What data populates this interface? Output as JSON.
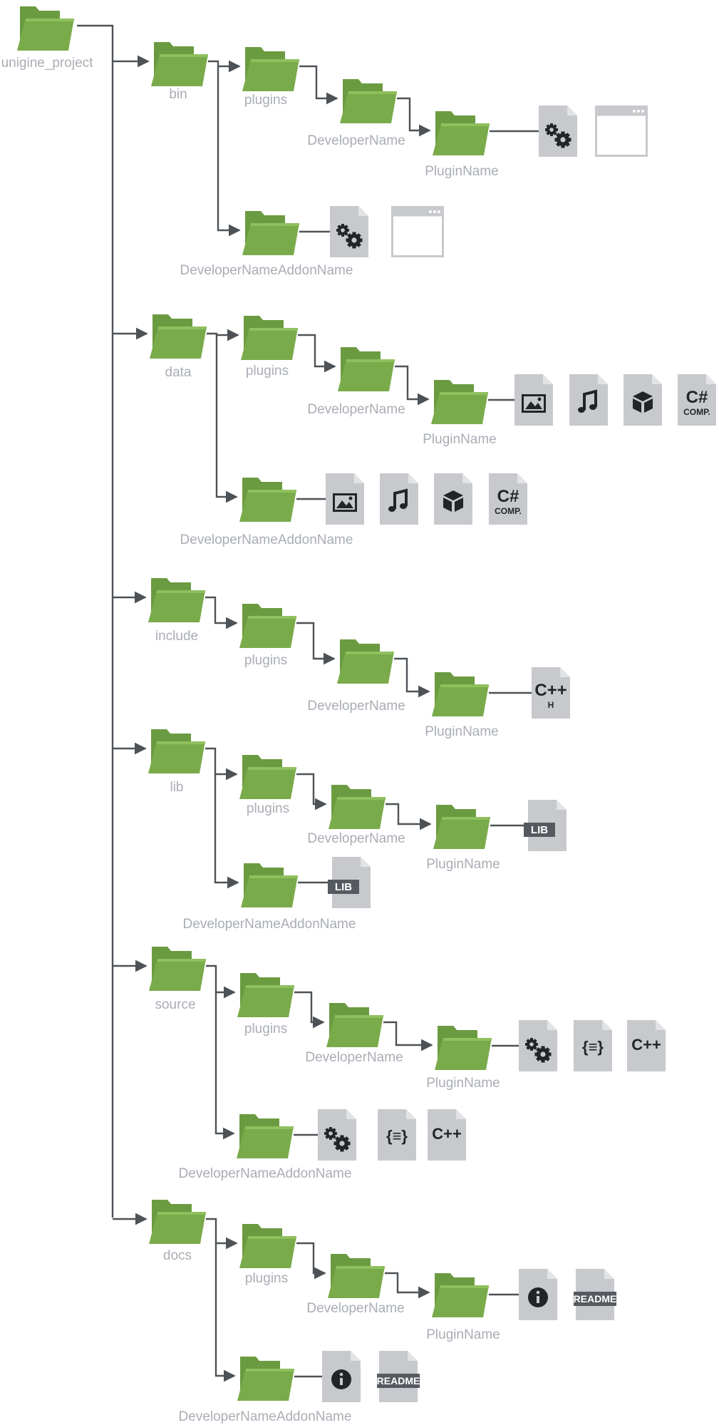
{
  "colors": {
    "folder_back": "#6b9b41",
    "folder_front": "#7aab4b",
    "file_gray": "#c7c9cc",
    "file_fold": "#e2e3e5",
    "glyph": "#222528",
    "window_outline": "#c7c9cc",
    "connector": "#4d5257",
    "label": "#a9adb4"
  },
  "tree": {
    "root": {
      "label": "unigine_project"
    },
    "bin": {
      "label": "bin",
      "plugins": {
        "label": "plugins"
      },
      "developer": {
        "label": "DeveloperName"
      },
      "plugin": {
        "label": "PluginName",
        "files": [
          {
            "icon": "gears-file-icon"
          },
          {
            "icon": "window-file-icon"
          }
        ]
      },
      "addon": {
        "label": "DeveloperNameAddonName",
        "files": [
          {
            "icon": "gears-file-icon"
          },
          {
            "icon": "window-file-icon"
          }
        ]
      }
    },
    "data": {
      "label": "data",
      "plugins": {
        "label": "plugins"
      },
      "developer": {
        "label": "DeveloperName"
      },
      "plugin": {
        "label": "PluginName",
        "files": [
          {
            "icon": "image-file-icon"
          },
          {
            "icon": "music-file-icon"
          },
          {
            "icon": "cube-file-icon"
          },
          {
            "icon": "csharp-component-file-icon",
            "text": "C#",
            "sub": "COMP."
          }
        ]
      },
      "addon": {
        "label": "DeveloperNameAddonName",
        "files": [
          {
            "icon": "image-file-icon"
          },
          {
            "icon": "music-file-icon"
          },
          {
            "icon": "cube-file-icon"
          },
          {
            "icon": "csharp-component-file-icon",
            "text": "C#",
            "sub": "COMP."
          }
        ]
      }
    },
    "include": {
      "label": "include",
      "plugins": {
        "label": "plugins"
      },
      "developer": {
        "label": "DeveloperName"
      },
      "plugin": {
        "label": "PluginName",
        "files": [
          {
            "icon": "cpp-header-file-icon",
            "text": "C++",
            "sub": "H"
          }
        ]
      }
    },
    "lib": {
      "label": "lib",
      "plugins": {
        "label": "plugins"
      },
      "developer": {
        "label": "DeveloperName"
      },
      "plugin": {
        "label": "PluginName",
        "files": [
          {
            "icon": "lib-file-icon",
            "text": "LIB"
          }
        ]
      },
      "addon": {
        "label": "DeveloperNameAddonName",
        "files": [
          {
            "icon": "lib-file-icon",
            "text": "LIB"
          }
        ]
      }
    },
    "source": {
      "label": "source",
      "plugins": {
        "label": "plugins"
      },
      "developer": {
        "label": "DeveloperName"
      },
      "plugin": {
        "label": "PluginName",
        "files": [
          {
            "icon": "gears-file-icon"
          },
          {
            "icon": "json-file-icon",
            "text": "{≡}"
          },
          {
            "icon": "cpp-file-icon",
            "text": "C++"
          }
        ]
      },
      "addon": {
        "label": "DeveloperNameAddonName",
        "files": [
          {
            "icon": "gears-file-icon"
          },
          {
            "icon": "json-file-icon",
            "text": "{≡}"
          },
          {
            "icon": "cpp-file-icon",
            "text": "C++"
          }
        ]
      }
    },
    "docs": {
      "label": "docs",
      "plugins": {
        "label": "plugins"
      },
      "developer": {
        "label": "DeveloperName"
      },
      "plugin": {
        "label": "PluginName",
        "files": [
          {
            "icon": "info-file-icon"
          },
          {
            "icon": "readme-file-icon",
            "text": "README"
          }
        ]
      },
      "addon": {
        "label": "DeveloperNameAddonName",
        "files": [
          {
            "icon": "info-file-icon"
          },
          {
            "icon": "readme-file-icon",
            "text": "README"
          }
        ]
      }
    }
  }
}
